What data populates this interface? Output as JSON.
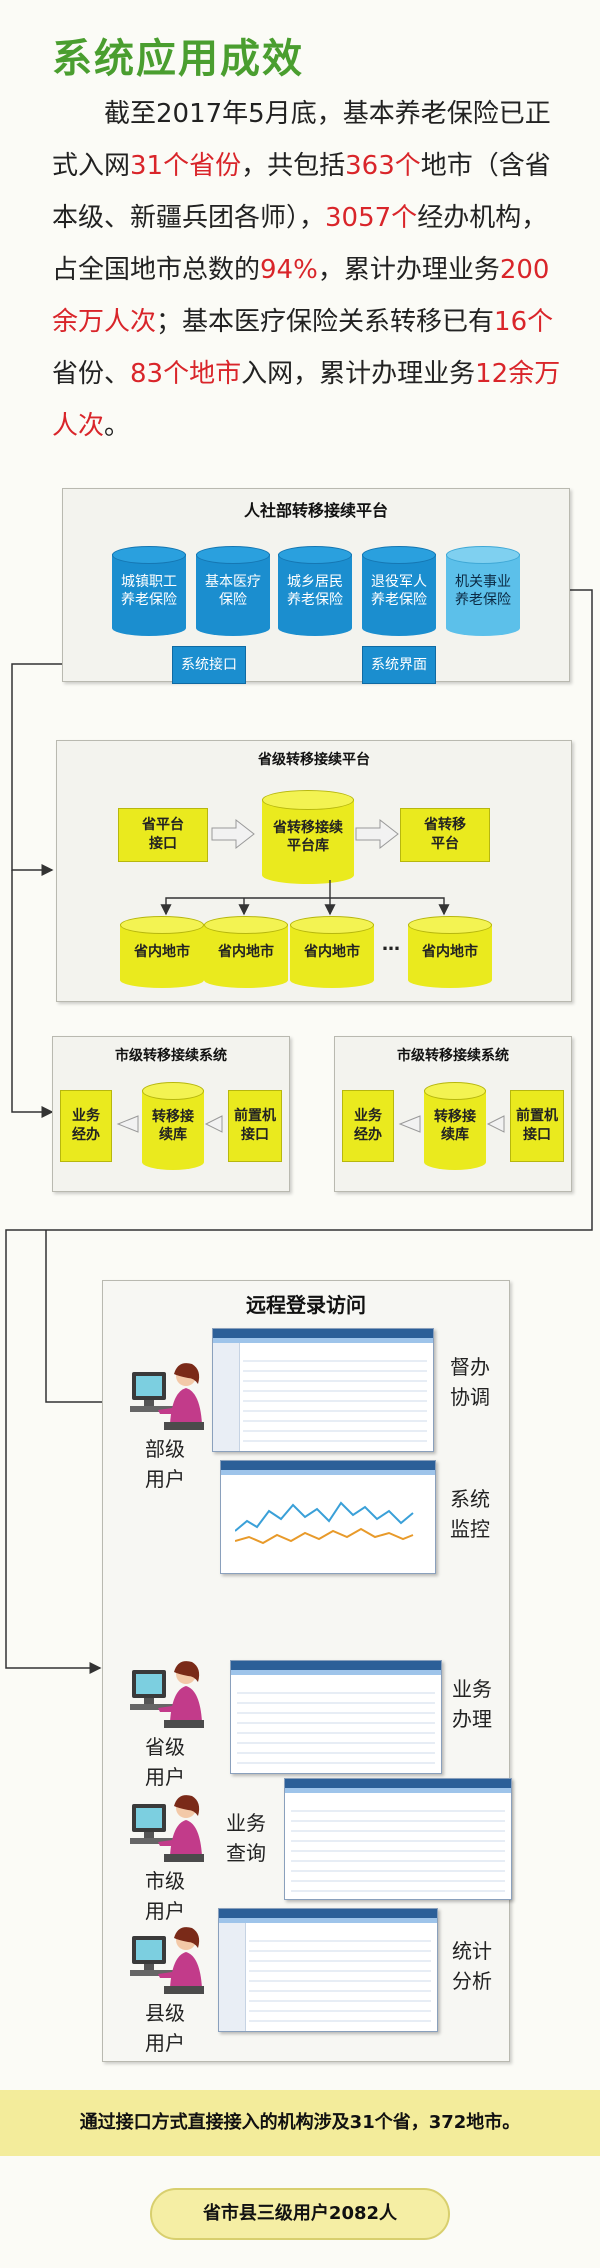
{
  "section_title": "系统应用成效",
  "intro": {
    "indent": "　　",
    "parts": [
      {
        "t": "截至2017年5月底，基本养老保险已正式入网",
        "red": false
      },
      {
        "t": "31个省份",
        "red": true
      },
      {
        "t": "，共包括",
        "red": false
      },
      {
        "t": "363个",
        "red": true
      },
      {
        "t": "地市（含省本级、新疆兵团各师），",
        "red": false
      },
      {
        "t": "3057个",
        "red": true
      },
      {
        "t": "经办机构，占全国地市总数的",
        "red": false
      },
      {
        "t": "94%",
        "red": true
      },
      {
        "t": "，累计办理业务",
        "red": false
      },
      {
        "t": "200余万人次",
        "red": true
      },
      {
        "t": "；基本医疗保险关系转移已有",
        "red": false
      },
      {
        "t": "16个",
        "red": true
      },
      {
        "t": "省份、",
        "red": false
      },
      {
        "t": "83个地市",
        "red": true
      },
      {
        "t": "入网，累计办理业务",
        "red": false
      },
      {
        "t": "12余万人次",
        "red": true
      },
      {
        "t": "。",
        "red": false
      }
    ]
  },
  "ministry_platform": {
    "title": "人社部转移接续平台",
    "dbs": [
      {
        "l1": "城镇职工",
        "l2": "养老保险"
      },
      {
        "l1": "基本医疗",
        "l2": "保险"
      },
      {
        "l1": "城乡居民",
        "l2": "养老保险"
      },
      {
        "l1": "退役军人",
        "l2": "养老保险"
      },
      {
        "l1": "机关事业",
        "l2": "养老保险"
      }
    ],
    "interface": "系统接口",
    "ui": "系统界面"
  },
  "provincial_platform": {
    "title": "省级转移接续平台",
    "left_box": {
      "l1": "省平台",
      "l2": "接口"
    },
    "db": {
      "l1": "省转移接续",
      "l2": "平台库"
    },
    "right_box": {
      "l1": "省转移",
      "l2": "平台"
    },
    "cities": [
      "省内地市",
      "省内地市",
      "省内地市",
      "省内地市"
    ],
    "ellipsis": "…"
  },
  "city_system": {
    "title": "市级转移接续系统",
    "left": {
      "l1": "业务",
      "l2": "经办"
    },
    "db": {
      "l1": "转移接",
      "l2": "续库"
    },
    "right": {
      "l1": "前置机",
      "l2": "接口"
    }
  },
  "remote": {
    "title": "远程登录访问",
    "users": [
      {
        "l1": "部级",
        "l2": "用户"
      },
      {
        "l1": "省级",
        "l2": "用户"
      },
      {
        "l1": "市级",
        "l2": "用户"
      },
      {
        "l1": "县级",
        "l2": "用户"
      }
    ],
    "functions": [
      {
        "l1": "督办",
        "l2": "协调"
      },
      {
        "l1": "系统",
        "l2": "监控"
      },
      {
        "l1": "业务",
        "l2": "办理"
      },
      {
        "l1": "业务",
        "l2": "查询"
      },
      {
        "l1": "统计",
        "l2": "分析"
      }
    ]
  },
  "banner": "通过接口方式直接接入的机构涉及31个省，372地市。",
  "pill": "省市县三级用户2082人",
  "colors": {
    "title_green": "#4a9e2f",
    "red": "#d9252a",
    "blue": "#1b8ecf",
    "yellow": "#eaea1e"
  }
}
